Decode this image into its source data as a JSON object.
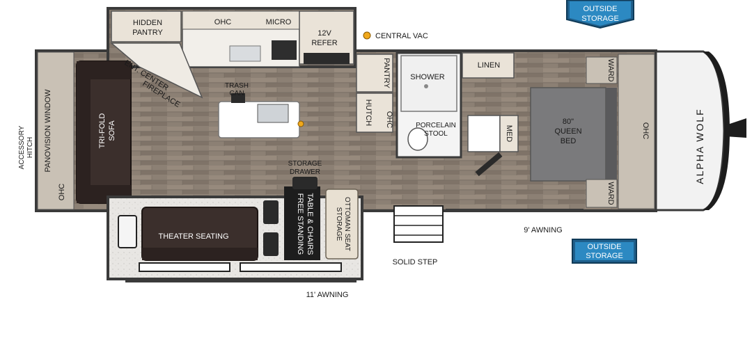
{
  "labels": {
    "hidden_pantry_1": "HIDDEN",
    "hidden_pantry_2": "PANTRY",
    "ohc_top": "OHC",
    "micro": "MICRO",
    "refer_1": "12V",
    "refer_2": "REFER",
    "central_vac": "CENTRAL VAC",
    "ent_center": "ENT. CENTER",
    "fireplace": "FIREPLACE",
    "trash_can_1": "TRASH",
    "trash_can_2": "CAN",
    "pantry_mid": "PANTRY",
    "hutch": "HUTCH",
    "ohc_mid": "OHC",
    "shower": "SHOWER",
    "linen": "LINEN",
    "porcelain_stool_1": "PORCELAIN",
    "porcelain_stool_2": "STOOL",
    "med": "MED",
    "queen_bed_1": "80\"",
    "queen_bed_2": "QUEEN",
    "queen_bed_3": "BED",
    "ward_top": "WARD",
    "ward_bottom": "WARD",
    "ohc_right": "OHC",
    "brand": "ALPHA WOLF",
    "panovision_window": "PANOVISION WINDOW",
    "tri_fold_sofa_1": "TRI-FOLD",
    "tri_fold_sofa_2": "SOFA",
    "ohc_left": "OHC",
    "accessory_hitch_1": "ACCESSORY",
    "accessory_hitch_2": "HITCH",
    "storage_drawer_1": "STORAGE",
    "storage_drawer_2": "DRAWER",
    "theater_seating": "THEATER SEATING",
    "table_chairs_1": "FREE STANDING",
    "table_chairs_2": "TABLE & CHAIRS",
    "ottoman_1": "STORAGE",
    "ottoman_2": "OTTOMAN SEAT",
    "solid_step": "SOLID STEP",
    "awning_9": "9' AWNING",
    "awning_11": "11' AWNING",
    "outside_storage_top_1": "OUTSIDE",
    "outside_storage_top_2": "STORAGE",
    "outside_storage_bottom_1": "OUTSIDE",
    "outside_storage_bottom_2": "STORAGE"
  },
  "colors": {
    "wall": "#3a3a3a",
    "floor": "#8a7d70",
    "cabinet": "#eae3d8",
    "sofa": "#3b2f2c",
    "bed": "#7a7a7c",
    "badge": "#1f5f8b",
    "badge_light": "#2c89c2",
    "accent_dot": "#f0a81c"
  },
  "icons": {
    "central_vac_dot": "orange-dot",
    "storage_badge": "blue-pentagon-badge"
  }
}
